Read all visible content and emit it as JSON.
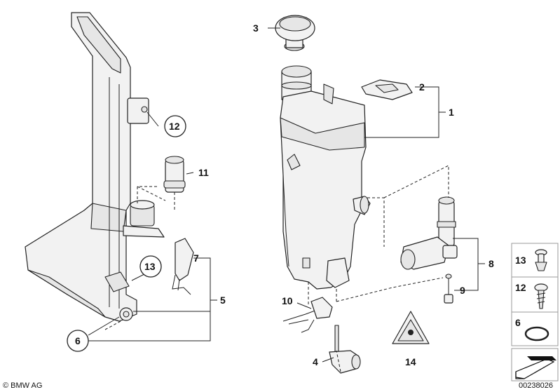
{
  "labels": {
    "p1": "1",
    "p2": "2",
    "p3": "3",
    "p4": "4",
    "p5": "5",
    "p6": "6",
    "p7": "7",
    "p8": "8",
    "p9": "9",
    "p10": "10",
    "p11": "11",
    "p12": "12",
    "p13": "13",
    "p14": "14"
  },
  "sidebar": {
    "items": [
      {
        "label": "13"
      },
      {
        "label": "12"
      },
      {
        "label": "6"
      }
    ]
  },
  "footer": {
    "copyright": "© BMW AG",
    "diagram_id": "00238026"
  }
}
